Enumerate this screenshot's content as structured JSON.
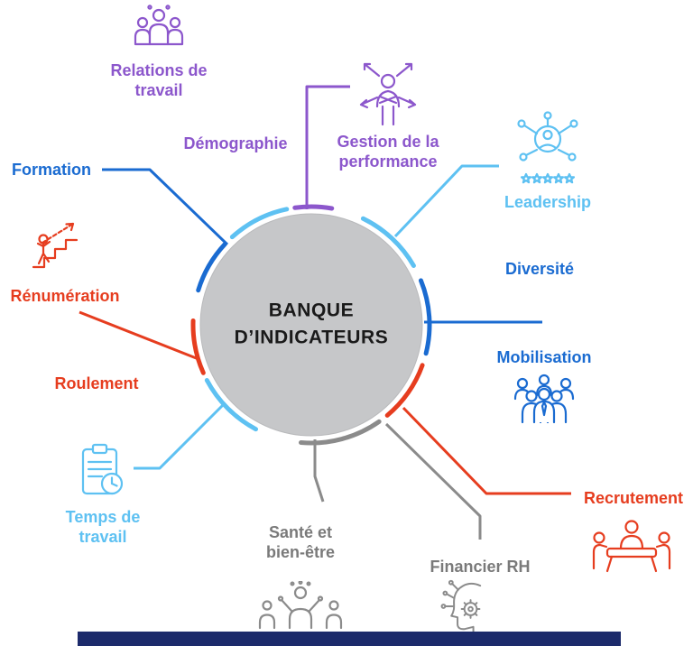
{
  "colors": {
    "purple": "#8c57cc",
    "blue": "#1a6bd1",
    "light_blue": "#5ec1f2",
    "red": "#e63d1f",
    "gray": "#7a7a7a",
    "circle_fill": "#c6c7c9",
    "footer_bar": "#1c2a6b"
  },
  "center": {
    "line1": "BANQUE",
    "line2": "D’INDICATEURS"
  },
  "nodes": {
    "relations": {
      "label": "Relations de\ntravail",
      "color": "#8c57cc"
    },
    "demographie": {
      "label": "Démographie",
      "color": "#8c57cc"
    },
    "performance": {
      "label": "Gestion de la\nperformance",
      "color": "#8c57cc"
    },
    "leadership": {
      "label": "Leadership",
      "color": "#5ec1f2"
    },
    "diversite": {
      "label": "Diversité",
      "color": "#1a6bd1"
    },
    "mobilisation": {
      "label": "Mobilisation",
      "color": "#1a6bd1"
    },
    "recrutement": {
      "label": "Recrutement",
      "color": "#e63d1f"
    },
    "financier": {
      "label": "Financier RH",
      "color": "#7a7a7a"
    },
    "sante": {
      "label": "Santé et\nbien-être",
      "color": "#7a7a7a"
    },
    "temps": {
      "label": "Temps de\ntravail",
      "color": "#5ec1f2"
    },
    "roulement": {
      "label": "Roulement",
      "color": "#e63d1f"
    },
    "renumeration": {
      "label": "Rénumération",
      "color": "#e63d1f"
    },
    "formation": {
      "label": "Formation",
      "color": "#1a6bd1"
    }
  },
  "icons": {
    "relations": "team-people-icon",
    "performance": "person-arrows-icon",
    "leadership": "network-person-stars-icon",
    "mobilisation": "crowd-icon",
    "recrutement": "meeting-table-icon",
    "financier": "head-gear-icon",
    "sante": "wellness-people-icon",
    "temps": "clipboard-clock-icon",
    "renumeration": "stairs-arrow-person-icon"
  }
}
